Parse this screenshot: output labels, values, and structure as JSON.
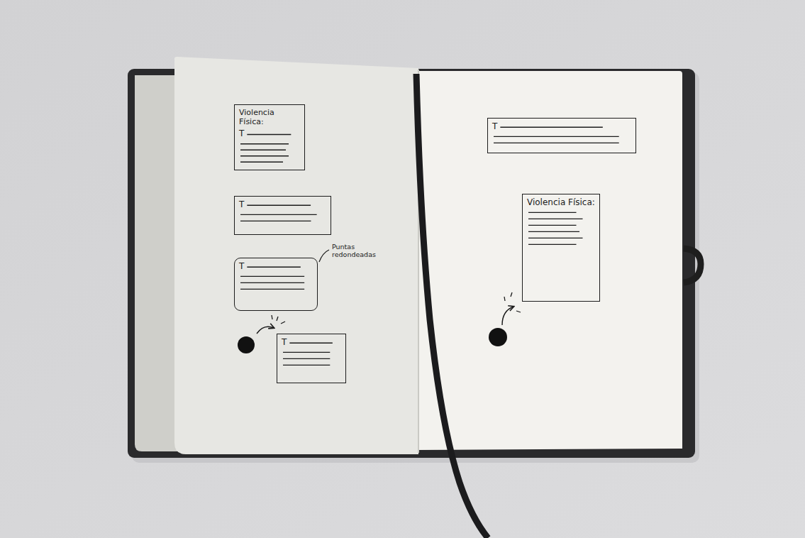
{
  "diagram": {
    "nodes": [
      {
        "text": [
          "Violencia Física:",
          "T"
        ]
      },
      {
        "text": [
          "T"
        ]
      },
      {
        "text": [
          "T"
        ]
      },
      {
        "text": [
          "T"
        ]
      },
      {
        "text": [
          "T"
        ]
      },
      {
        "text": [
          "Violencia Física:"
        ]
      }
    ],
    "labels": [
      "Puntas redondeadas"
    ]
  }
}
